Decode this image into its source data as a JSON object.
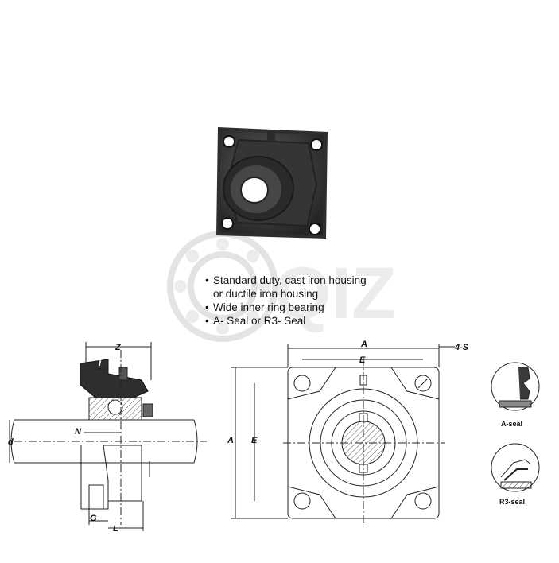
{
  "features": [
    {
      "lines": [
        "Standard duty, cast iron housing",
        "or ductile iron housing"
      ]
    },
    {
      "lines": [
        "Wide inner ring bearing"
      ]
    },
    {
      "lines": [
        "A- Seal or R3- Seal"
      ]
    }
  ],
  "side_view": {
    "label_z": "Z",
    "label_i": "I",
    "label_n": "N",
    "label_d": "d",
    "label_g": "G",
    "label_l": "L"
  },
  "front_view": {
    "label_a_top": "A",
    "label_e_top": "E",
    "label_a_left": "A",
    "label_e_left": "E",
    "label_4s": "4-S"
  },
  "seals": {
    "a_seal": "A-seal",
    "r3_seal": "R3-seal"
  },
  "watermark": {
    "letters": "QIZ"
  },
  "colors": {
    "housing": "#3a3a3a",
    "line": "#222222",
    "watermark": "#e6e6e6"
  }
}
